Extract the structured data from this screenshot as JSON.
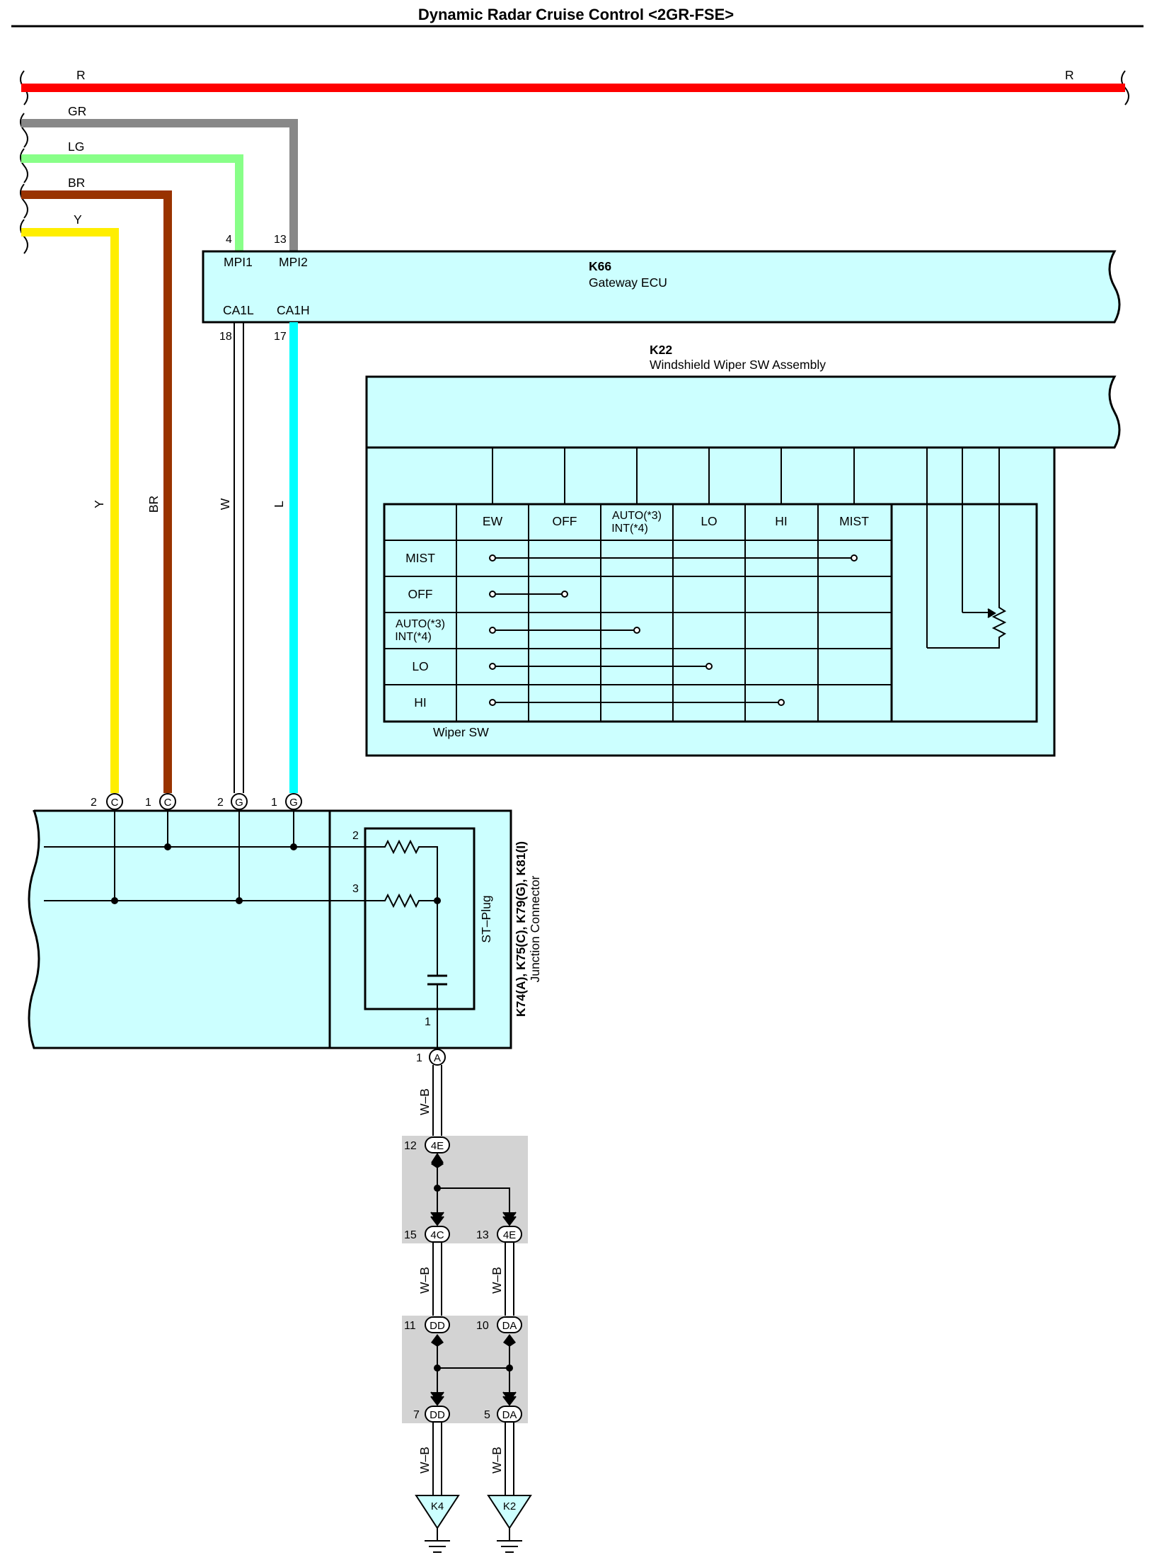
{
  "title": "Dynamic Radar Cruise Control <2GR-FSE>",
  "colors": {
    "R": "#ff0000",
    "GR": "#888888",
    "LG": "#88ff88",
    "BR": "#993300",
    "Y": "#ffee00",
    "L": "#00ffff",
    "W": "#ffffff",
    "panel": "#ccffff",
    "splice_bg": "#d3d3d3"
  },
  "wires": {
    "R": "R",
    "GR": "GR",
    "LG": "LG",
    "BR": "BR",
    "Y": "Y",
    "W": "W",
    "L": "L",
    "WB": "W–B"
  },
  "gateway": {
    "code": "K66",
    "name": "Gateway ECU",
    "pins": {
      "mpi1_num": "4",
      "mpi2_num": "13",
      "ca1l_num": "18",
      "ca1h_num": "17"
    },
    "labels": {
      "mpi1": "MPI1",
      "mpi2": "MPI2",
      "ca1l": "CA1L",
      "ca1h": "CA1H"
    }
  },
  "wiper": {
    "code": "K22",
    "name": "Windshield Wiper SW Assembly",
    "table_label": "Wiper SW",
    "columns": [
      "EW",
      "OFF",
      "AUTO(*3)",
      "INT(*4)",
      "LO",
      "HI",
      "MIST"
    ],
    "rows": [
      "MIST",
      "OFF",
      "AUTO(*3)",
      "INT(*4)",
      "LO",
      "HI"
    ]
  },
  "junction": {
    "codes": "K74(A), K75(C), K79(G), K81(I)",
    "name": "Junction Connector",
    "st_plug": "ST–Plug",
    "top_pins": [
      "2",
      "1",
      "2",
      "1"
    ],
    "top_conn": [
      "C",
      "C",
      "G",
      "G"
    ],
    "inner_pins": [
      "2",
      "3",
      "1"
    ],
    "bottom_pin": "1",
    "bottom_conn": "A"
  },
  "splices": {
    "top_in_num": "12",
    "top_in": "4E",
    "top_out1_num": "15",
    "top_out1": "4C",
    "top_out2_num": "13",
    "top_out2": "4E",
    "bot_in1_num": "11",
    "bot_in1": "DD",
    "bot_in2_num": "10",
    "bot_in2": "DA",
    "bot_out1_num": "7",
    "bot_out1": "DD",
    "bot_out2_num": "5",
    "bot_out2": "DA"
  },
  "grounds": [
    "K4",
    "K2"
  ]
}
